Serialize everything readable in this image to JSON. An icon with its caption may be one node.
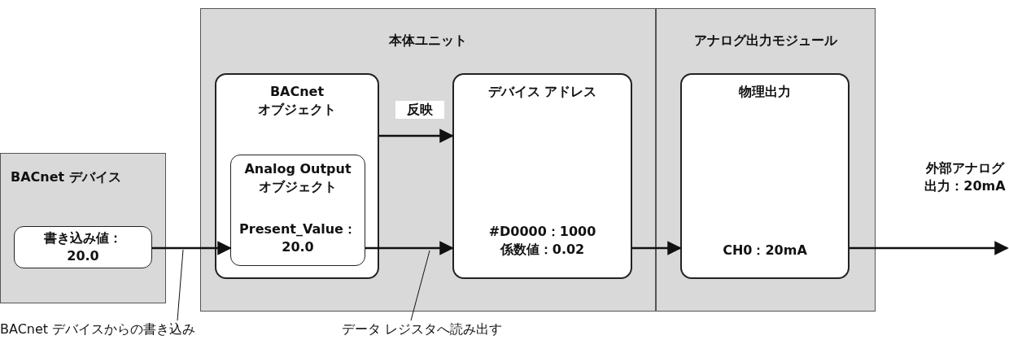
{
  "diagram": {
    "nodes": [
      {
        "text": [
          "BACnet デバイス"
        ]
      },
      {
        "text": [
          "書き込み値：20.0"
        ],
        "in": 0
      },
      {
        "text": [
          "本体ユニット"
        ]
      },
      {
        "text": [
          "BACnet オブジェクト"
        ],
        "in": 2
      },
      {
        "text": [
          "Analog Output オブジェクト",
          "Present_Value：20.0"
        ],
        "in": 3
      },
      {
        "text": [
          "デバイス アドレス",
          "#D0000：1000 係数値：0.02"
        ],
        "in": 2
      },
      {
        "text": [
          "アナログ出力モジュール"
        ]
      },
      {
        "text": [
          "物理出力",
          "CH0：20mA"
        ],
        "in": 6
      },
      {
        "text": [
          "BACnet デバイスからの書き込み"
        ]
      },
      {
        "text": [
          "データ レジスタへ読み出す"
        ]
      }
    ],
    "edges": [
      {
        "from": 1,
        "to": 4,
        "arrow": "to"
      },
      {
        "from": 4,
        "to": 5,
        "arrow": "to"
      },
      {
        "from": 3,
        "to": 5,
        "arrow": "to",
        "label": "反映"
      },
      {
        "from": 5,
        "to": 7,
        "arrow": "to"
      },
      {
        "from": 7,
        "to": null,
        "arrow": "to",
        "label": "外部アナログ出力：20mA"
      },
      {
        "from": 8,
        "to": null,
        "arrow": "none"
      },
      {
        "from": 9,
        "to": null,
        "arrow": "none"
      }
    ]
  }
}
